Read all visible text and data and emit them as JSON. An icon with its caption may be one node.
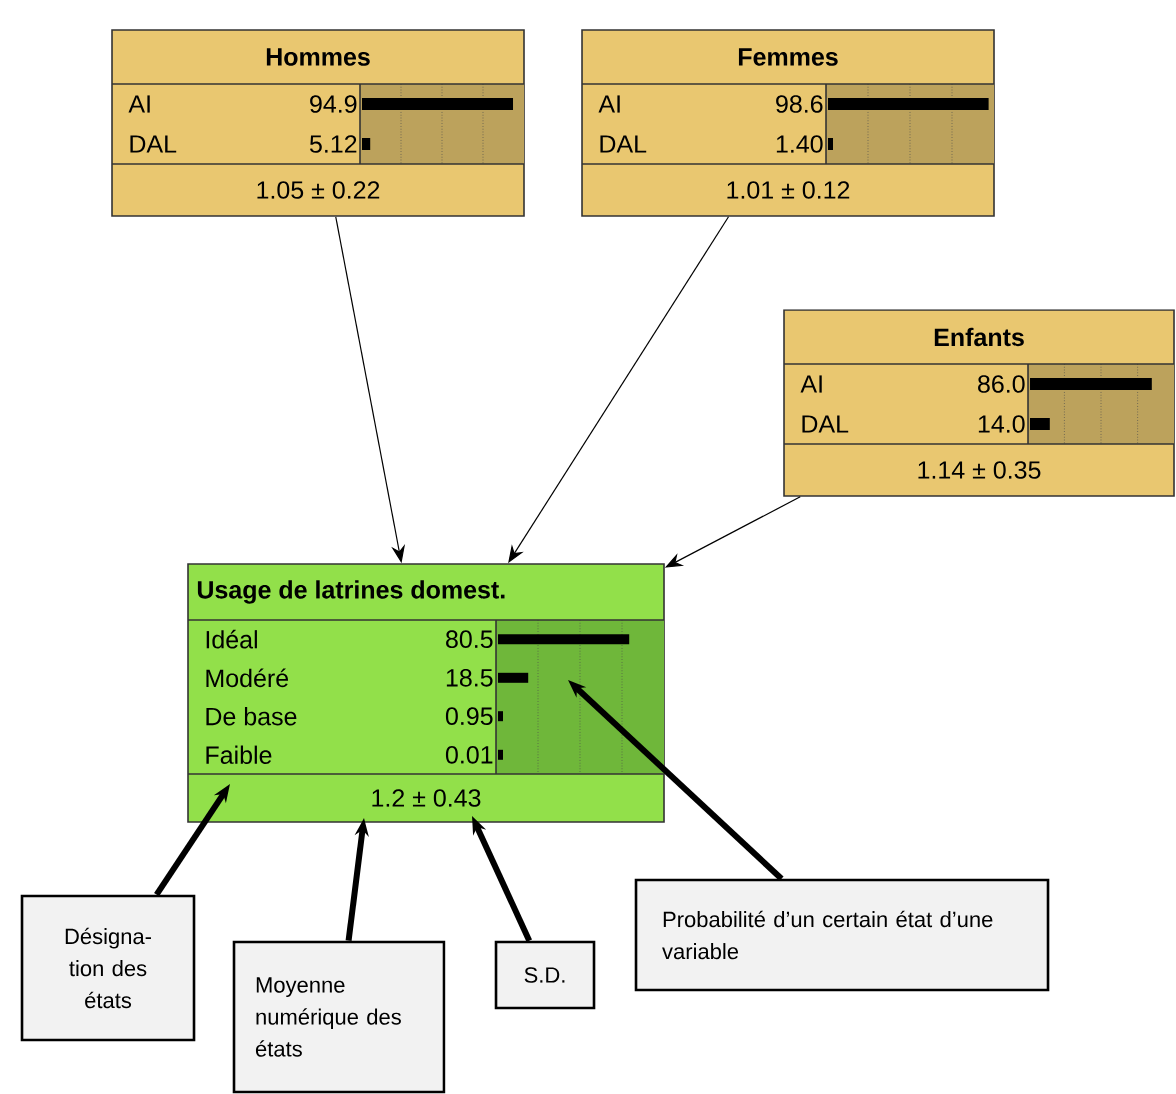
{
  "diagram": {
    "nodes": [
      {
        "text": [
          "Hommes",
          "AI",
          "94.9",
          "DAL",
          "5.12",
          "1.05 ± 0.22"
        ]
      },
      {
        "text": [
          "Femmes",
          "AI",
          "98.6",
          "DAL",
          "1.40",
          "1.01 ± 0.12"
        ]
      },
      {
        "text": [
          "Enfants",
          "AI",
          "86.0",
          "DAL",
          "14.0",
          "1.14 ± 0.35"
        ]
      },
      {
        "text": [
          "Usage de latrines domest.",
          "Idéal",
          "80.5",
          "Modéré",
          "18.5",
          "De base",
          "0.95",
          "Faible",
          "0.01",
          "1.2 ± 0.43"
        ]
      },
      {
        "text": [
          "Désigna- tion des états"
        ]
      },
      {
        "text": [
          "Moyenne numérique des états"
        ]
      },
      {
        "text": [
          "S.D."
        ]
      },
      {
        "text": [
          "Probabilité d’un certain état d’une variable"
        ]
      }
    ],
    "edges": [
      {
        "from": 0,
        "to": 3,
        "arrow": "to"
      },
      {
        "from": 1,
        "to": 3,
        "arrow": "to"
      },
      {
        "from": 2,
        "to": 3,
        "arrow": "to"
      },
      {
        "from": 4,
        "to": 3,
        "arrow": "to"
      },
      {
        "from": 5,
        "to": 3,
        "arrow": "to"
      },
      {
        "from": 6,
        "to": 3,
        "arrow": "to"
      },
      {
        "from": 7,
        "to": 3,
        "arrow": "to"
      }
    ]
  }
}
